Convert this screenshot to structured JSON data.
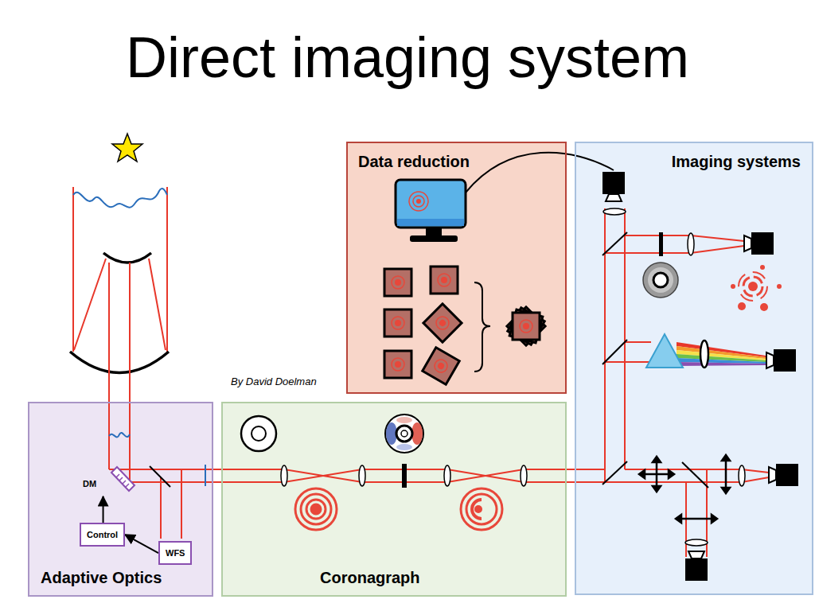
{
  "diagram": {
    "title": "Direct imaging system",
    "nodes": [
      {
        "text": [
          "Data reduction"
        ]
      },
      {
        "text": [
          "Imaging systems"
        ]
      },
      {
        "text": [
          "Adaptive Optics"
        ]
      },
      {
        "text": [
          "DM"
        ],
        "in": 2
      },
      {
        "text": [
          "Control"
        ],
        "in": 2
      },
      {
        "text": [
          "WFS"
        ],
        "in": 2
      },
      {
        "text": [
          "Coronagraph"
        ]
      }
    ],
    "edges": [
      {
        "from": 5,
        "to": 4,
        "arrow": "to"
      },
      {
        "from": 4,
        "to": 3,
        "arrow": "to"
      }
    ],
    "labels": [
      "By David Doelman"
    ]
  }
}
